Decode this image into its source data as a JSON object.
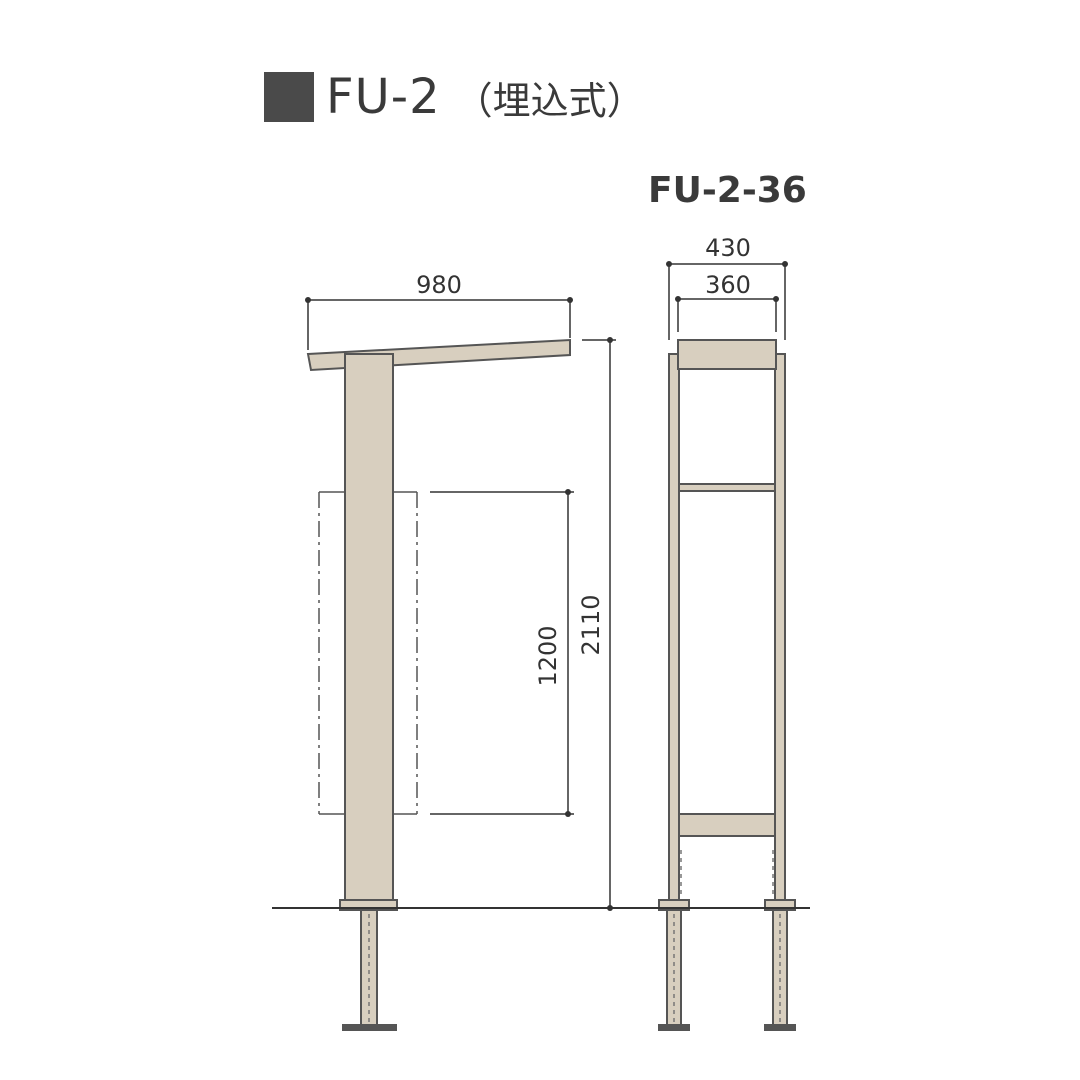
{
  "title": {
    "main": "FU-2",
    "sub": "（埋込式）"
  },
  "model": "FU-2-36",
  "dimensions": {
    "roof_width": "980",
    "panel_height": "1200",
    "total_height": "2110",
    "outer_width": "430",
    "inner_width": "360"
  },
  "colors": {
    "frame_fill": "#d8cfbf",
    "frame_stroke": "#555555",
    "dim_line": "#333333"
  }
}
